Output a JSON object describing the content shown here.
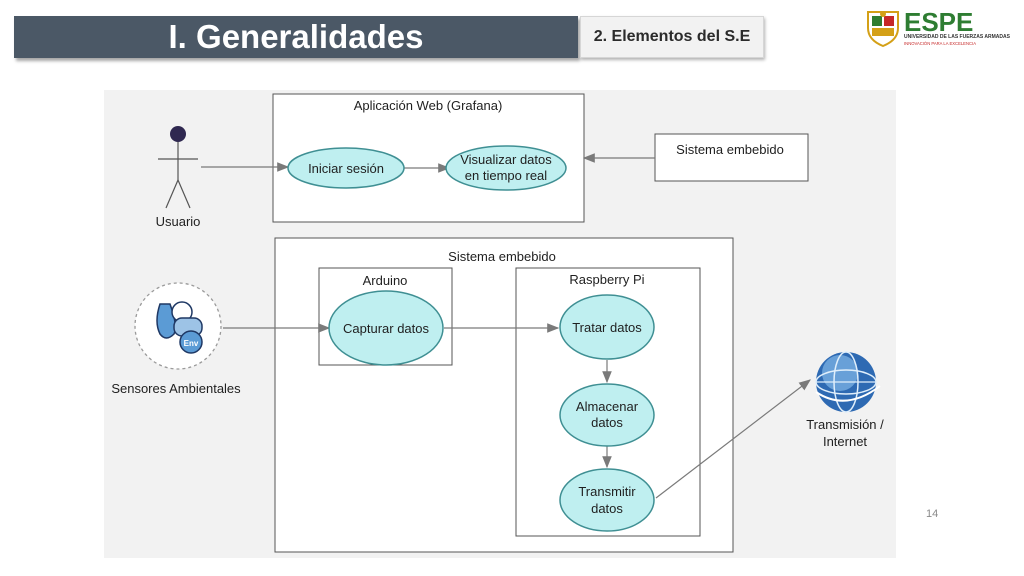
{
  "header": {
    "title": "I. Generalidades",
    "subtitle": "2. Elementos del S.E"
  },
  "logo": {
    "name": "ESPE",
    "line1": "UNIVERSIDAD DE LAS FUERZAS ARMADAS",
    "line2": "INNOVACIÓN PARA LA EXCELENCIA",
    "colors": {
      "green": "#2e7d32",
      "red": "#c62828",
      "gold": "#d4a017"
    }
  },
  "page_number": "14",
  "diagram": {
    "colors": {
      "background": "#f2f2f2",
      "usecase_fill": "#bfeff0",
      "usecase_stroke": "#3f8f93",
      "arrow": "#7a7a7a",
      "actor": "#2f2850"
    },
    "boxes": {
      "web_app": "Aplicación Web (Grafana)",
      "embedded_system_actor": "Sistema embebido",
      "embedded_system": "Sistema embebido",
      "arduino": "Arduino",
      "raspberry": "Raspberry Pi"
    },
    "actors": {
      "user": "Usuario",
      "sensors": "Sensores Ambientales",
      "sensors_badge": "Env",
      "internet": [
        "Transmisión /",
        "Internet"
      ]
    },
    "use_cases": {
      "login": [
        "Iniciar sesión"
      ],
      "visualize": [
        "Visualizar datos",
        "en tiempo real"
      ],
      "capture": [
        "Capturar datos"
      ],
      "process": [
        "Tratar datos"
      ],
      "store": [
        "Almacenar",
        "datos"
      ],
      "transmit": [
        "Transmitir",
        "datos"
      ]
    }
  }
}
